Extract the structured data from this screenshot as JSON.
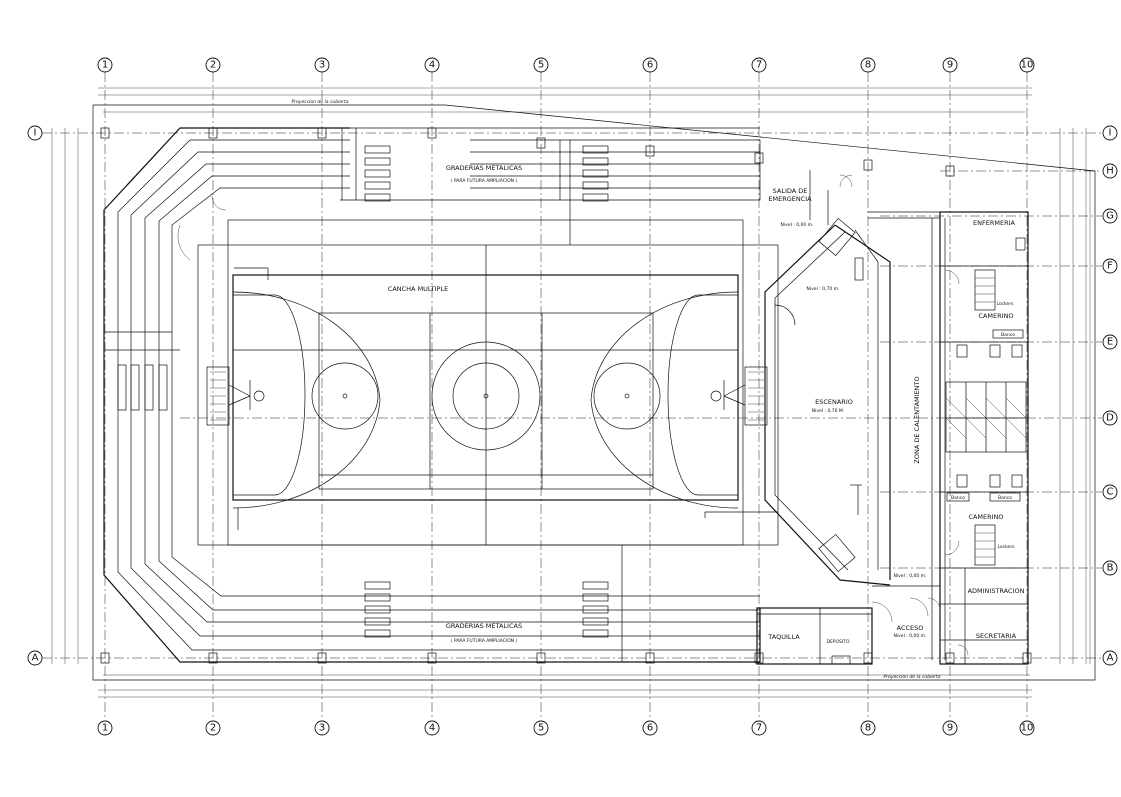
{
  "columns": [
    "1",
    "2",
    "3",
    "4",
    "5",
    "6",
    "7",
    "8",
    "9",
    "10"
  ],
  "rows": [
    "A",
    "B",
    "C",
    "D",
    "E",
    "F",
    "G",
    "H",
    "I"
  ],
  "rooms": {
    "court": "CANCHA MULTIPLE",
    "bleachers_top": "GRADERIAS METALICAS",
    "bleachers_top_note": "( PARA FUTURA AMPLIACION )",
    "bleachers_bottom": "GRADERIAS METALICAS",
    "bleachers_bottom_note": "( PARA FUTURA AMPLIACION )",
    "emergency_exit_1": "SALIDA DE",
    "emergency_exit_2": "EMERGENCIA",
    "stage": "ESCENARIO",
    "warmup_zone": "ZONA DE CALENTAMIENTO",
    "infirmary": "ENFERMERIA",
    "locker_room_1": "CAMERINO",
    "locker_room_2": "CAMERINO",
    "lockers_1": "Lockers",
    "lockers_2": "Lockers",
    "bench_1": "Banco",
    "bench_2": "Banco",
    "bench_3": "Banco",
    "administration": "ADMINISTRACION",
    "secretary": "SECRETARIA",
    "ticket_office": "TAQUILLA",
    "storage": "DEPOSITO",
    "access": "ACCESO"
  },
  "levels": {
    "emergency": "Nivel : 0,00 m.",
    "ramp_top": "Nivel : 0,70 m.",
    "stage": "Nivel : 0,70 M.",
    "access_side": "Nivel : 0,00 m.",
    "access": "Nivel : 0,00 m."
  },
  "notes": {
    "roof_projection_top": "Proyeccion de la cubierta",
    "roof_projection_bottom": "Proyeccion de la cubierta"
  }
}
